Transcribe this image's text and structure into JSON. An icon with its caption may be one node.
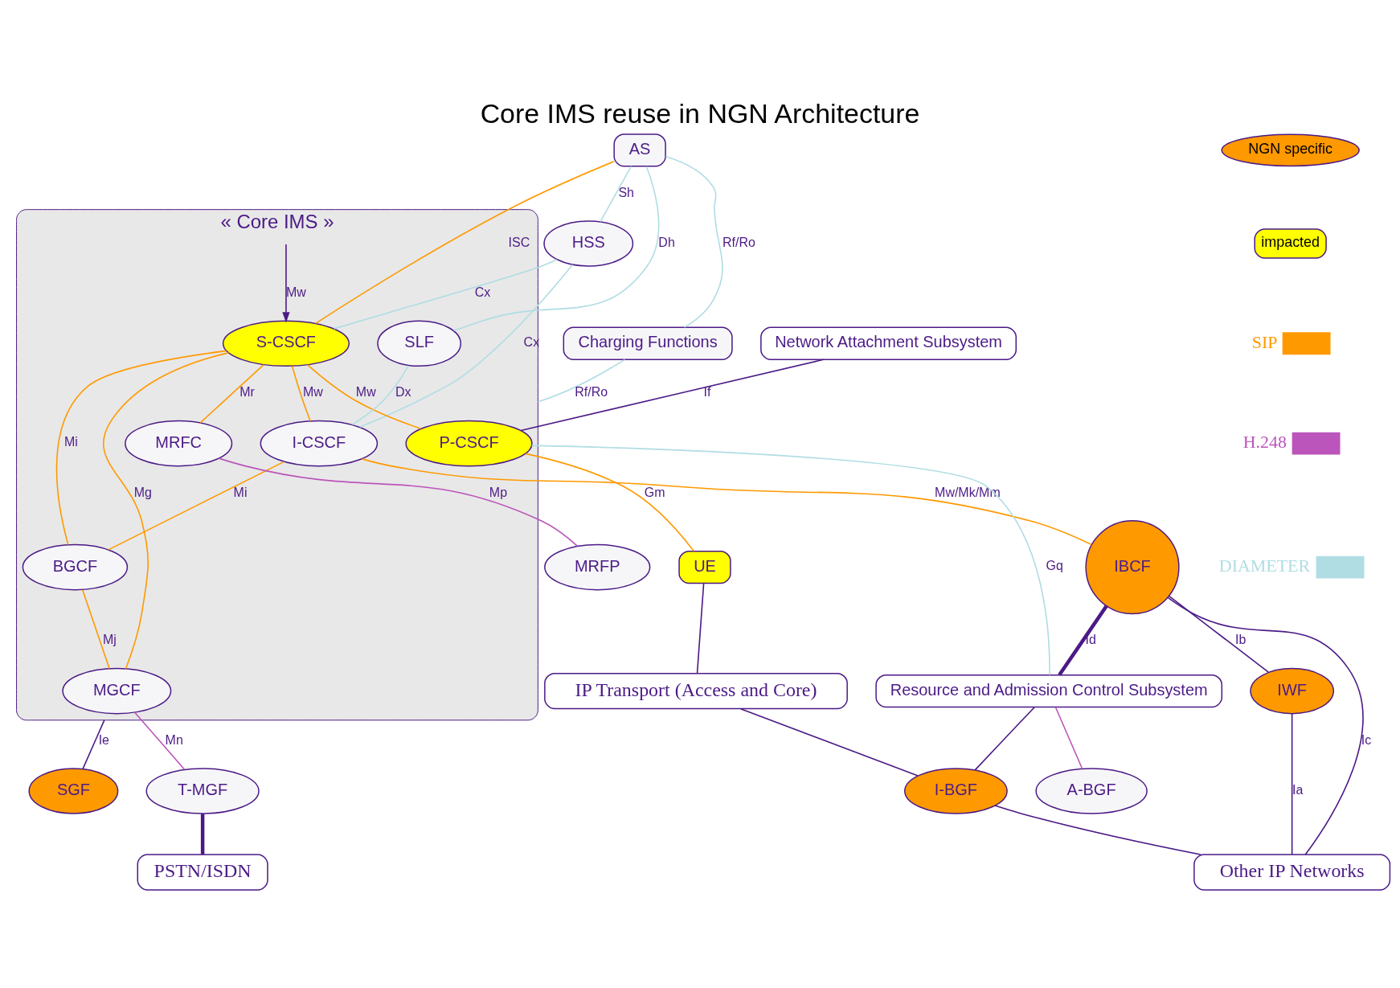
{
  "diagram": {
    "title": "Core IMS reuse in NGN Architecture",
    "nodes": [
      {
        "text": [
          "AS"
        ]
      },
      {
        "text": [
          "HSS"
        ]
      },
      {
        "text": [
          "Charging Functions"
        ]
      },
      {
        "text": [
          "Network Attachment Subsystem"
        ]
      },
      {
        "text": [
          "« Core IMS »"
        ]
      },
      {
        "text": [
          "S-CSCF"
        ],
        "in": 4
      },
      {
        "text": [
          "SLF"
        ],
        "in": 4
      },
      {
        "text": [
          "I-CSCF"
        ],
        "in": 4
      },
      {
        "text": [
          "BGCF"
        ],
        "in": 4
      },
      {
        "text": [
          "P-CSCF"
        ],
        "in": 4
      },
      {
        "text": [
          "MRFC"
        ],
        "in": 4
      },
      {
        "text": [
          "MGCF"
        ],
        "in": 4
      },
      {
        "text": [
          "IWF"
        ]
      },
      {
        "text": [
          "IBCF"
        ]
      },
      {
        "text": [
          "SGF"
        ]
      },
      {
        "text": [
          "PSTN/ISDN"
        ]
      },
      {
        "text": [
          "Other IP Networks"
        ]
      },
      {
        "text": [
          "Resource and Admission Control Subsystem"
        ]
      },
      {
        "text": [
          "A-BGF"
        ]
      },
      {
        "text": [
          "MRFP"
        ]
      },
      {
        "text": [
          "T-MGF"
        ]
      },
      {
        "text": [
          "IP Transport (Access and Core)"
        ]
      },
      {
        "text": [
          "UE"
        ]
      },
      {
        "text": [
          "I-BGF"
        ]
      }
    ],
    "edges": [
      {
        "from": 0,
        "to": 2,
        "arrow": "none",
        "label": "Rf/Ro",
        "color": "#b0dde3"
      },
      {
        "from": 0,
        "to": 1,
        "arrow": "none",
        "label": "Sh",
        "color": "#b0dde3"
      },
      {
        "from": 0,
        "to": 5,
        "arrow": "none",
        "label": "ISC",
        "color": "#ff9900"
      },
      {
        "from": 0,
        "to": 6,
        "arrow": "none",
        "label": "Dh",
        "color": "#b0dde3"
      },
      {
        "from": 1,
        "to": 5,
        "arrow": "none",
        "label": "Cx",
        "color": "#b0dde3"
      },
      {
        "from": 1,
        "to": 7,
        "arrow": "none",
        "label": "Cx",
        "color": "#b0dde3"
      },
      {
        "from": 2,
        "to": 4,
        "arrow": "none",
        "label": "Rf/Ro",
        "color": "#b0dde3"
      },
      {
        "from": 6,
        "to": 7,
        "arrow": "none",
        "label": "Dx",
        "color": "#b0dde3"
      },
      {
        "from": 3,
        "to": 9,
        "arrow": "none",
        "label": "If",
        "color": "#4b1a86"
      },
      {
        "from": null,
        "to": 5,
        "arrow": "to",
        "label": "Mw",
        "color": "#4b1a86"
      },
      {
        "from": 5,
        "to": 7,
        "arrow": "none",
        "label": "Mw",
        "color": "#ff9900"
      },
      {
        "from": 5,
        "to": 8,
        "arrow": "none",
        "label": "Mi",
        "color": "#ff9900"
      },
      {
        "from": 7,
        "to": 8,
        "arrow": "none",
        "label": "Mi",
        "color": "#ff9900"
      },
      {
        "from": 5,
        "to": 9,
        "arrow": "none",
        "label": "Mw",
        "color": "#ff9900"
      },
      {
        "from": 5,
        "to": 10,
        "arrow": "none",
        "label": "Mr",
        "color": "#ff9900"
      },
      {
        "from": 5,
        "to": 11,
        "arrow": "none",
        "label": "Mg",
        "color": "#ff9900"
      },
      {
        "from": 8,
        "to": 11,
        "arrow": "none",
        "label": "Mj",
        "color": "#ff9900"
      },
      {
        "from": 7,
        "to": 13,
        "arrow": "none",
        "label": "Mw/Mk/Mm",
        "color": "#ff9900"
      },
      {
        "from": 13,
        "to": 12,
        "arrow": "none",
        "label": "Ib",
        "color": "#4b1a86"
      },
      {
        "from": 12,
        "to": 16,
        "arrow": "none",
        "label": "Ia",
        "color": "#4b1a86"
      },
      {
        "from": 13,
        "to": 16,
        "arrow": "none",
        "label": "Ic",
        "color": "#4b1a86"
      },
      {
        "from": 13,
        "to": 17,
        "arrow": "none",
        "label": "Id",
        "style": "thick",
        "color": "#4b1a86"
      },
      {
        "from": 4,
        "to": 14,
        "arrow": "none",
        "label": "Ie",
        "color": "#4b1a86"
      },
      {
        "from": 9,
        "to": 17,
        "arrow": "none",
        "label": "Gq",
        "color": "#b0dde3"
      },
      {
        "from": 10,
        "to": 19,
        "arrow": "none",
        "label": "Mp",
        "color": "#bb55bb"
      },
      {
        "from": 11,
        "to": 20,
        "arrow": "none",
        "label": "Mn",
        "color": "#bb55bb"
      },
      {
        "from": 9,
        "to": 22,
        "arrow": "none",
        "label": "Gm",
        "color": "#ff9900"
      },
      {
        "from": 17,
        "to": 18,
        "arrow": "none",
        "color": "#bb55bb"
      },
      {
        "from": 17,
        "to": 23,
        "arrow": "none",
        "color": "#4b1a86"
      },
      {
        "from": 20,
        "to": 15,
        "arrow": "none",
        "style": "thick",
        "color": "#4b1a86"
      },
      {
        "from": 22,
        "to": 21,
        "arrow": "none",
        "color": "#4b1a86"
      },
      {
        "from": 21,
        "to": 23,
        "arrow": "none",
        "color": "#4b1a86"
      },
      {
        "from": 23,
        "to": 16,
        "arrow": "none",
        "color": "#4b1a86"
      }
    ],
    "legend": [
      {
        "text": "NGN specific",
        "color": "#ff9900"
      },
      {
        "text": "impacted",
        "color": "#ffff00"
      },
      {
        "text": "SIP"
      },
      {
        "text": "H.248"
      },
      {
        "text": "DIAMETER"
      }
    ]
  }
}
